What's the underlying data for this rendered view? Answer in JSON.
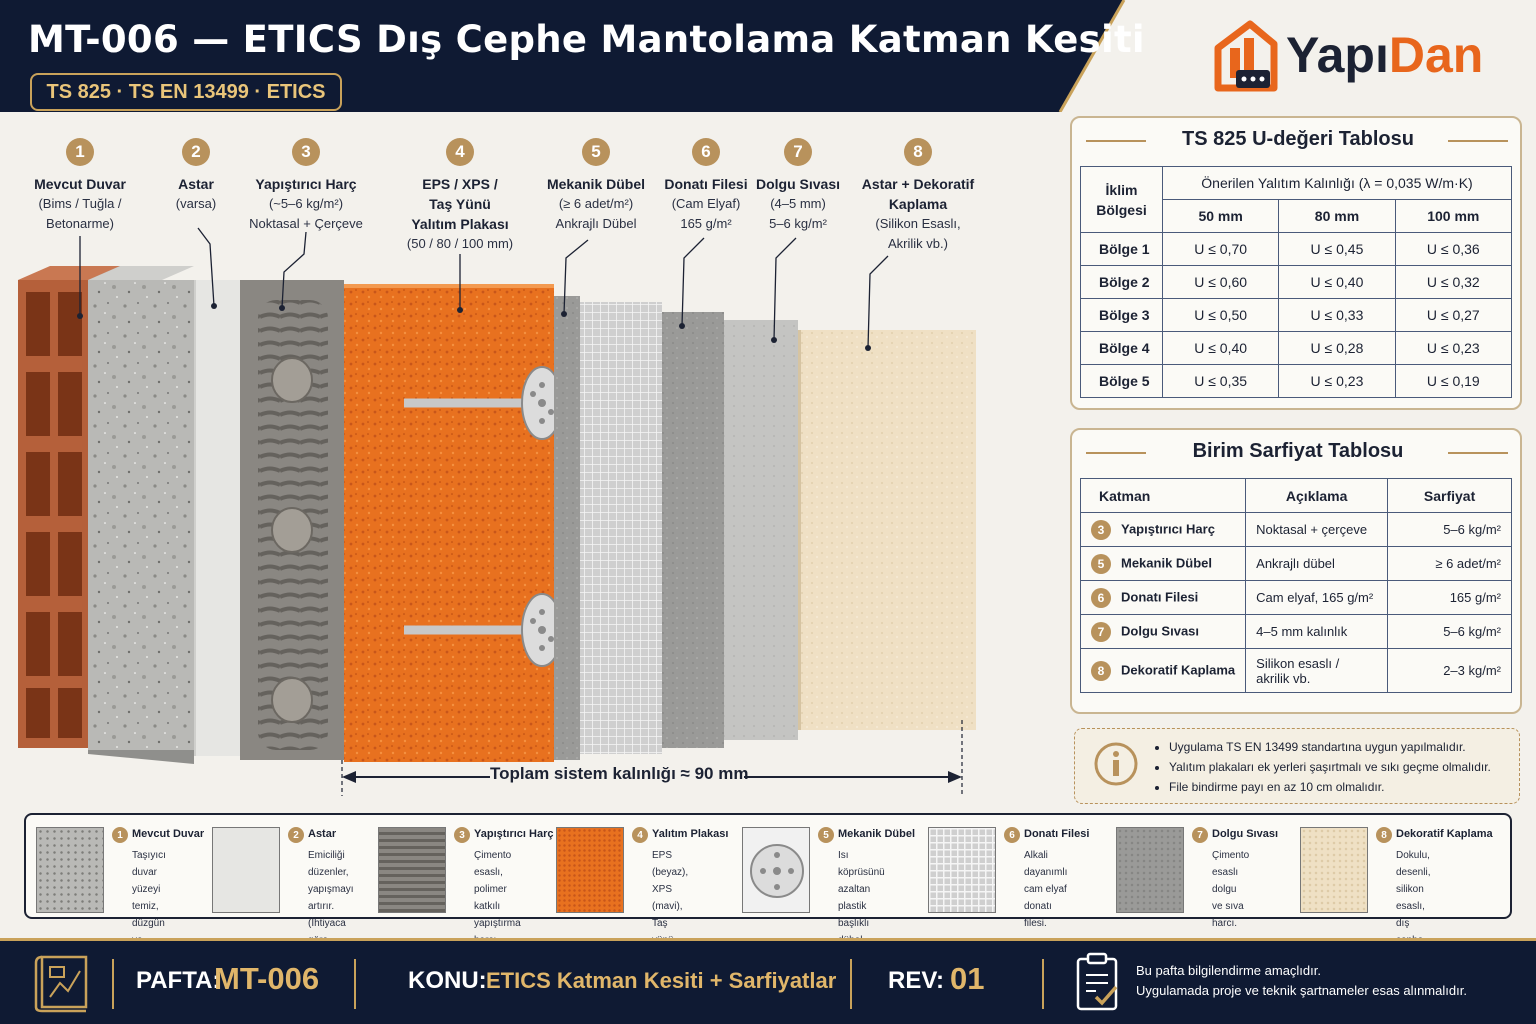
{
  "header": {
    "title": "MT-006 — ETICS Dış Cephe Mantolama Katman Kesiti",
    "standards": "TS 825 · TS EN 13499 · ETICS",
    "logo_a": "Yapı",
    "logo_b": "Dan"
  },
  "colors": {
    "navy": "#0f1a33",
    "gold": "#c9a25a",
    "orange": "#e8661c",
    "brick": "#b5603a"
  },
  "layers": [
    {
      "num": "1",
      "name": "Mevcut Duvar",
      "desc": "(Bims / Tuğla /\nBetonarme)"
    },
    {
      "num": "2",
      "name": "Astar",
      "desc": "(varsa)"
    },
    {
      "num": "3",
      "name": "Yapıştırıcı Harç",
      "desc": "(~5–6 kg/m²)\nNoktasal + Çerçeve"
    },
    {
      "num": "4",
      "name": "EPS / XPS /\nTaş Yünü\nYalıtım Plakası",
      "desc": "(50 / 80 / 100 mm)"
    },
    {
      "num": "5",
      "name": "Mekanik Dübel",
      "desc": "(≥ 6 adet/m²)\nAnkrajlı Dübel"
    },
    {
      "num": "6",
      "name": "Donatı Filesi",
      "desc": "(Cam Elyaf)\n165 g/m²"
    },
    {
      "num": "7",
      "name": "Dolgu Sıvası",
      "desc": "(4–5 mm)\n5–6 kg/m²"
    },
    {
      "num": "8",
      "name": "Astar + Dekoratif\nKaplama",
      "desc": "(Silikon Esaslı,\nAkrilik vb.)"
    }
  ],
  "thickness_label": "Toplam sistem kalınlığı ≈ 90 mm",
  "u_table": {
    "title": "TS 825 U-değeri Tablosu",
    "col0": "İklim\nBölgesi",
    "group": "Önerilen Yalıtım Kalınlığı (λ = 0,035 W/m·K)",
    "cols": [
      "50 mm",
      "80 mm",
      "100 mm"
    ],
    "rows": [
      [
        "Bölge 1",
        "U ≤ 0,70",
        "U ≤ 0,45",
        "U ≤ 0,36"
      ],
      [
        "Bölge 2",
        "U ≤ 0,60",
        "U ≤ 0,40",
        "U ≤ 0,32"
      ],
      [
        "Bölge 3",
        "U ≤ 0,50",
        "U ≤ 0,33",
        "U ≤ 0,27"
      ],
      [
        "Bölge 4",
        "U ≤ 0,40",
        "U ≤ 0,28",
        "U ≤ 0,23"
      ],
      [
        "Bölge 5",
        "U ≤ 0,35",
        "U ≤ 0,23",
        "U ≤ 0,19"
      ]
    ]
  },
  "s_table": {
    "title": "Birim Sarfiyat Tablosu",
    "cols": [
      "Katman",
      "Açıklama",
      "Sarfiyat"
    ],
    "rows": [
      [
        "3",
        "Yapıştırıcı Harç",
        "Noktasal + çerçeve",
        "5–6 kg/m²"
      ],
      [
        "5",
        "Mekanik Dübel",
        "Ankrajlı dübel",
        "≥ 6 adet/m²"
      ],
      [
        "6",
        "Donatı Filesi",
        "Cam elyaf, 165 g/m²",
        "165 g/m²"
      ],
      [
        "7",
        "Dolgu Sıvası",
        "4–5 mm kalınlık",
        "5–6 kg/m²"
      ],
      [
        "8",
        "Dekoratif Kaplama",
        "Silikon esaslı /\nakrilik vb.",
        "2–3 kg/m²"
      ]
    ]
  },
  "notes": [
    "Uygulama TS EN 13499 standartına uygun yapılmalıdır.",
    "Yalıtım plakaları ek yerleri şaşırtmalı ve sıkı geçme olmalıdır.",
    "File bindirme payı en az 10 cm olmalıdır."
  ],
  "legend": [
    {
      "num": "1",
      "title": "Mevcut Duvar",
      "desc": "Taşıyıcı duvar\nyüzeyi temiz,\ndüzgün ve sağlam\nolmalıdır."
    },
    {
      "num": "2",
      "title": "Astar",
      "desc": "Emiciliği düzenler,\nyapışmayı artırır.\n(İhtiyaca göre\nuygulanır.)"
    },
    {
      "num": "3",
      "title": "Yapıştırıcı Harç",
      "desc": "Çimento esaslı,\npolimer katkılı\nyapıştırma harcı."
    },
    {
      "num": "4",
      "title": "Yalıtım Plakası",
      "desc": "EPS (beyaz), XPS\n(mavi), Taş yünü\n(sarı) plakalar."
    },
    {
      "num": "5",
      "title": "Mekanik Dübel",
      "desc": "Isı köprüsünü\nazaltan plastik\nbaşlıklı dübel."
    },
    {
      "num": "6",
      "title": "Donatı Filesi",
      "desc": "Alkali dayanımlı\ncam elyaf donatı\nfilesi."
    },
    {
      "num": "7",
      "title": "Dolgu Sıvası",
      "desc": "Çimento esaslı\ndolgu ve sıva\nharcı."
    },
    {
      "num": "8",
      "title": "Dekoratif Kaplama",
      "desc": "Dokulu, desenli,\nsilikon esaslı,\ndış cephe kaplama."
    }
  ],
  "footer": {
    "pafta_label": "PAFTA:",
    "pafta_value": "MT-006",
    "konu_label": "KONU:",
    "konu_value": "ETICS Katman Kesiti + Sarfiyatlar",
    "rev_label": "REV:",
    "rev_value": "01",
    "note1": "Bu pafta bilgilendirme amaçlıdır.",
    "note2": "Uygulamada proje ve teknik şartnameler esas alınmalıdır."
  }
}
